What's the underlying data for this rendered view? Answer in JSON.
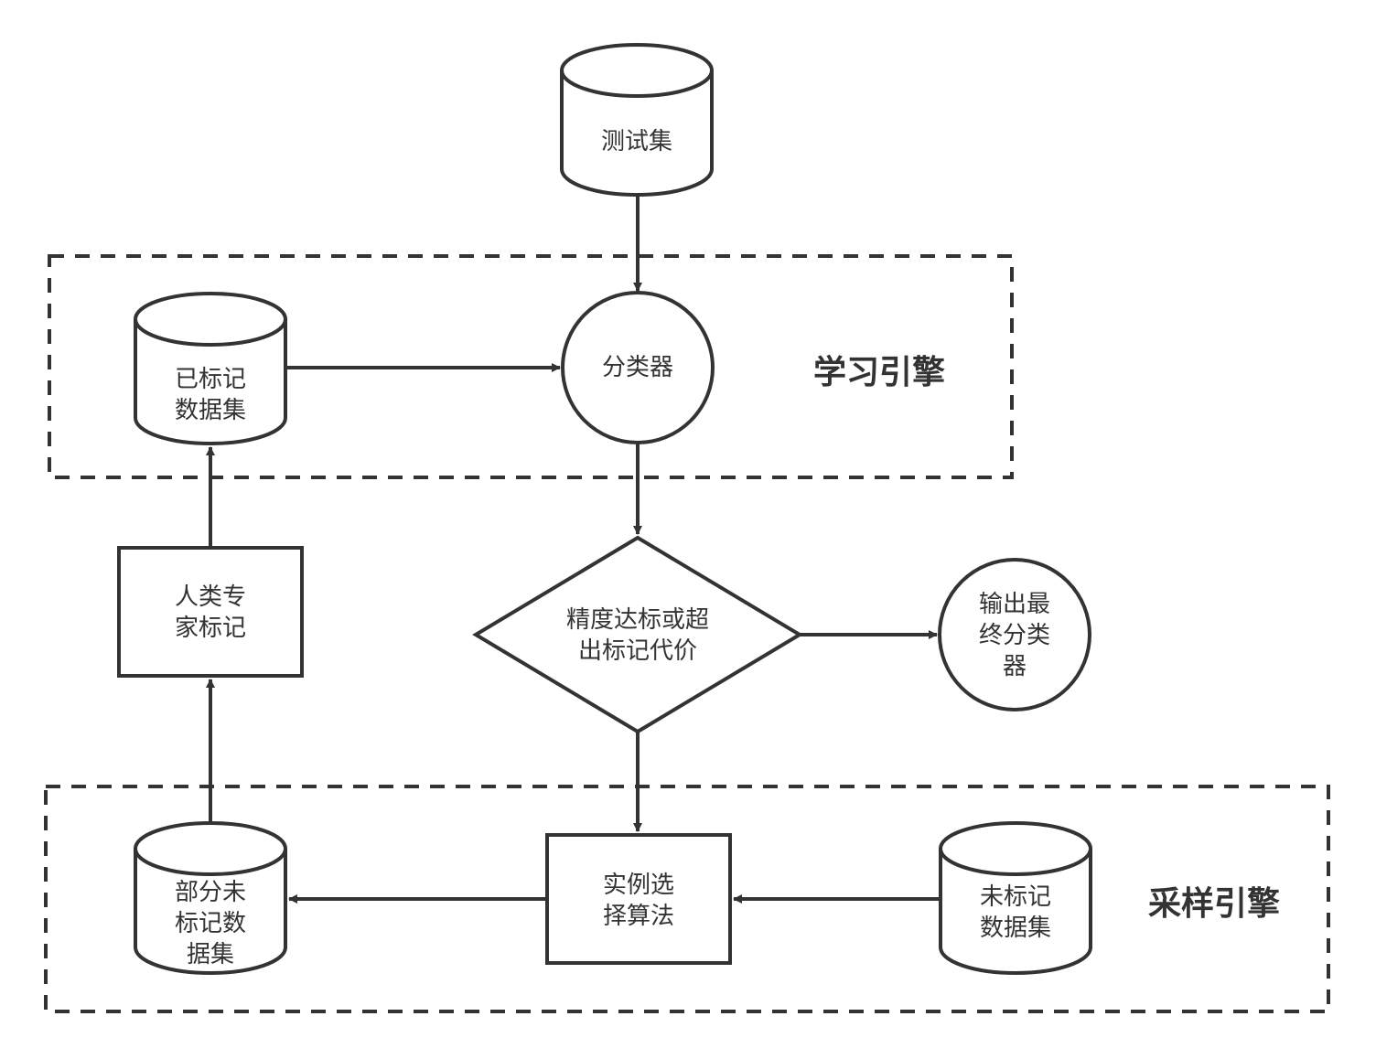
{
  "diagram": {
    "colors": {
      "stroke": "#333333",
      "text": "#333333",
      "background": "#ffffff"
    },
    "groups": [
      {
        "id": "learning-engine",
        "label": "学习引擎"
      },
      {
        "id": "sampling-engine",
        "label": "采样引擎"
      }
    ],
    "nodes": {
      "test_set": {
        "shape": "cylinder",
        "label": "测试集"
      },
      "labeled_set": {
        "shape": "cylinder",
        "label": "已标记\n数据集"
      },
      "classifier": {
        "shape": "circle",
        "label": "分类器"
      },
      "decision": {
        "shape": "diamond",
        "label": "精度达标或超\n出标记代价"
      },
      "output": {
        "shape": "circle",
        "label": "输出最\n终分类\n器"
      },
      "expert": {
        "shape": "rectangle",
        "label": "人类专\n家标记"
      },
      "partial_unlabeled": {
        "shape": "cylinder",
        "label": "部分未\n标记数\n据集"
      },
      "selection": {
        "shape": "rectangle",
        "label": "实例选\n择算法"
      },
      "unlabeled": {
        "shape": "cylinder",
        "label": "未标记\n数据集"
      }
    },
    "edges": [
      {
        "from": "test_set",
        "to": "classifier"
      },
      {
        "from": "labeled_set",
        "to": "classifier"
      },
      {
        "from": "classifier",
        "to": "decision"
      },
      {
        "from": "decision",
        "to": "output"
      },
      {
        "from": "decision",
        "to": "selection"
      },
      {
        "from": "unlabeled",
        "to": "selection"
      },
      {
        "from": "selection",
        "to": "partial_unlabeled"
      },
      {
        "from": "partial_unlabeled",
        "to": "expert"
      },
      {
        "from": "expert",
        "to": "labeled_set"
      }
    ]
  }
}
